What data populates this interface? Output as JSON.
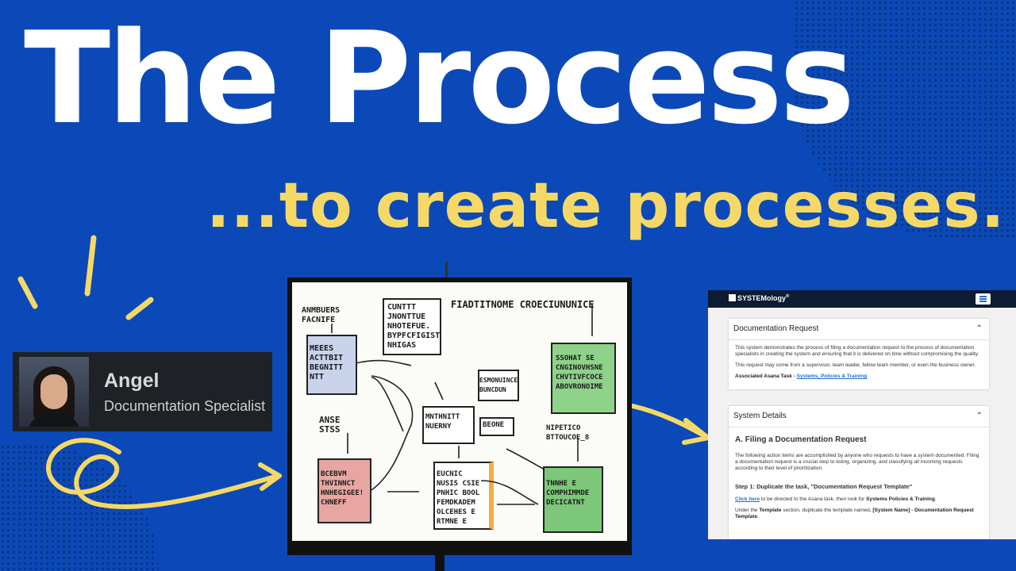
{
  "title": "The Process",
  "subtitle": "...to create processes.",
  "presenter": {
    "name": "Angel",
    "role": "Documentation Specialist"
  },
  "whiteboard": {
    "heading": "FIADTITNOME CROECIUNUNICE",
    "notes": [
      "ANMBUERS\nFACNIFE",
      "MEEES\nACTTBIT\nBEGNITT\nNTT",
      "CUNTTT\nJNONTTUE\nNHOTEFUE.\nBYPFCFIGIST\nNHIGAS",
      "ESMONUINCE\nBUNCDUN",
      "SSOHAT SE\nCNGINOVHSNE\nCHVTIVFCOCE\nABOVRONOIME",
      "ANSE\nSTSS",
      "MNTHNITT\nNUERNY",
      "BEONE",
      "NIPETICO\nBTTOUCOE_8",
      "BCEBVM\nTHVINNCT\nHNHEGIGEE!\nCHNEFF",
      "EUCNIC\nNUSIS CSIE\nPNHIC BOOL\nFEMDKADEM\nOLCEHES E\nRTMNE E",
      "TNNHE E\nCOMPHIMMDE\nDECICATNT"
    ]
  },
  "doc": {
    "brand": "SYSTEMology",
    "brand_tm": "®",
    "card1": {
      "title": "Documentation Request",
      "p1": "This system demonstrates the process of filing a documentation request to the process of documentation specialists in creating the system and ensuring that it is delivered on time without compromising the quality.",
      "p2": "This request may come from a supervisor, team leader, fellow team member, or even the business owner.",
      "task_label": "Associated Asana Task - ",
      "task_link": "Systems, Policies & Training"
    },
    "card2": {
      "title": "System Details",
      "section": "A. Filing a Documentation Request",
      "p1": "The following action items are accomplished by anyone who requests to have a system documented. Filing a documentation request is a crucial step to listing, organizing, and classifying all incoming requests according to their level of prioritization.",
      "step1": "Step 1: Duplicate the task, \"Documentation Request Template\"",
      "click_link": "Click here",
      "click_rest": " to be directed to the Asana task, then look for ",
      "click_bold": "Systems Policies & Training",
      "click_end": ".",
      "under_a": "Under the ",
      "under_b": "Template",
      "under_c": " section, duplicate the template named, ",
      "under_d": "[System Name] - Documentation Request Template",
      "under_e": "."
    }
  },
  "colors": {
    "background": "#0b49b8",
    "accent_yellow": "#f5d866",
    "navbar": "#0d1b33"
  }
}
